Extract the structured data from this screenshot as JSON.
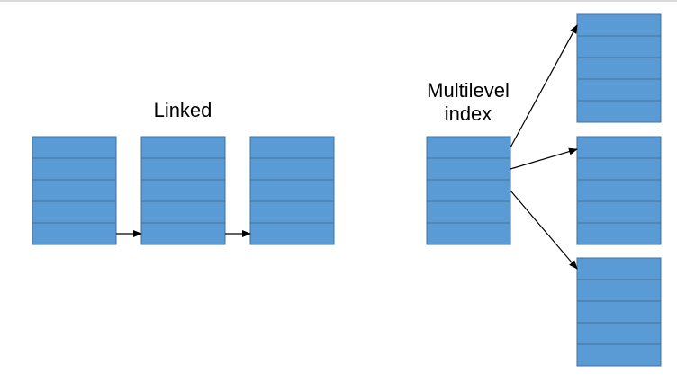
{
  "labels": {
    "linked": "Linked",
    "multilevel_line1": "Multilevel",
    "multilevel_line2": "index"
  },
  "colors": {
    "block_fill": "#5b9bd5",
    "block_stroke": "#41719c",
    "arrow": "#000000"
  },
  "block_rows": 5
}
